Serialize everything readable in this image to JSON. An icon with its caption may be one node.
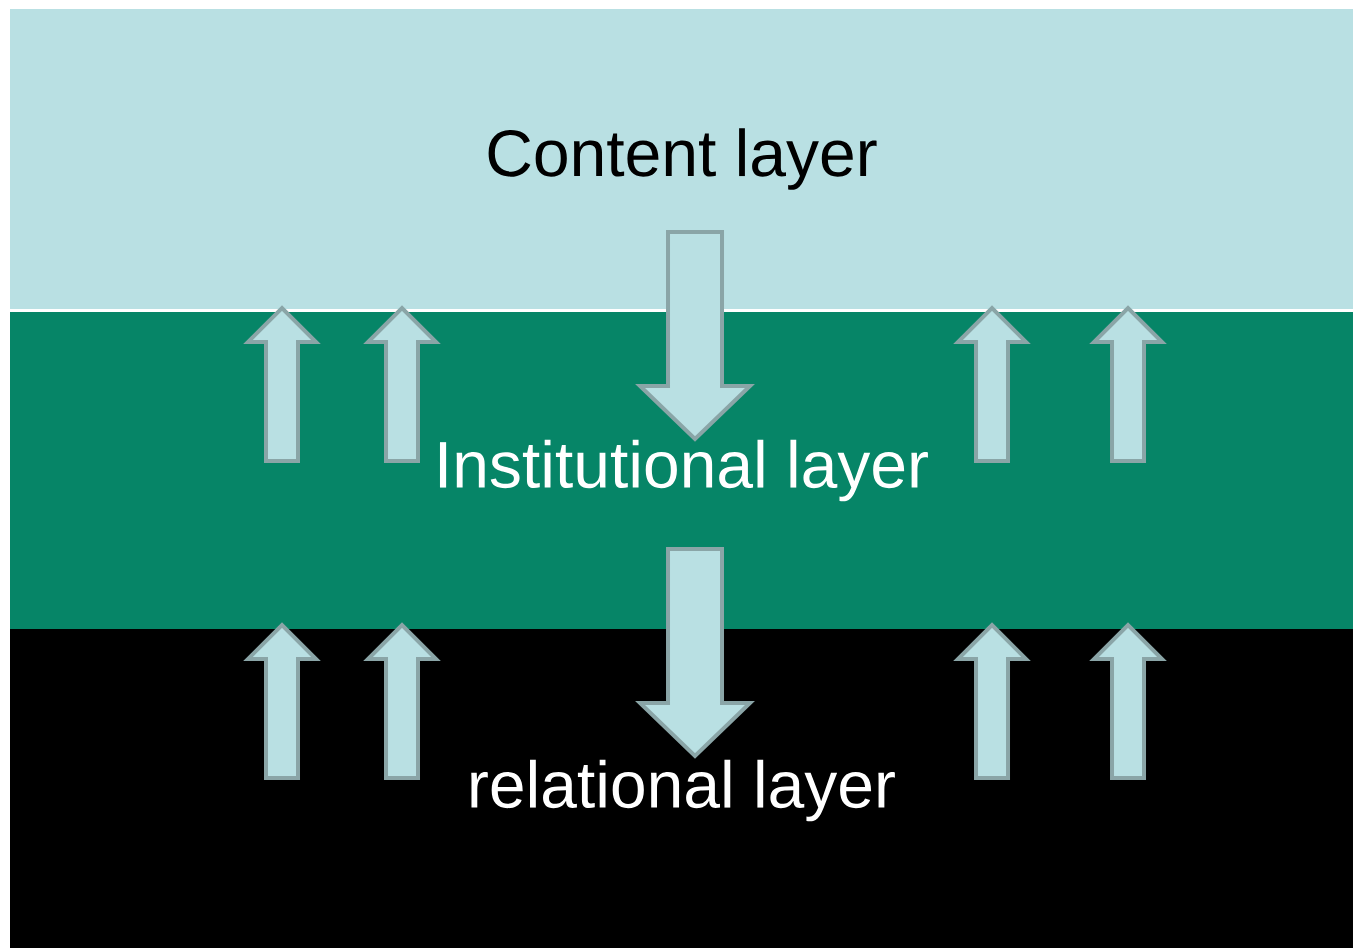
{
  "diagram": {
    "nodes": [
      {
        "text": [
          "Content layer"
        ]
      },
      {
        "text": [
          "Institutional layer"
        ]
      },
      {
        "text": [
          "relational layer"
        ]
      }
    ],
    "edges": [
      {
        "from": 0,
        "to": 1,
        "arrow": "to"
      },
      {
        "from": 1,
        "to": 0,
        "arrow": "to"
      },
      {
        "from": 1,
        "to": 0,
        "arrow": "to"
      },
      {
        "from": 1,
        "to": 0,
        "arrow": "to"
      },
      {
        "from": 1,
        "to": 0,
        "arrow": "to"
      },
      {
        "from": 1,
        "to": 2,
        "arrow": "to"
      },
      {
        "from": 2,
        "to": 1,
        "arrow": "to"
      },
      {
        "from": 2,
        "to": 1,
        "arrow": "to"
      },
      {
        "from": 2,
        "to": 1,
        "arrow": "to"
      },
      {
        "from": 2,
        "to": 1,
        "arrow": "to"
      }
    ]
  }
}
